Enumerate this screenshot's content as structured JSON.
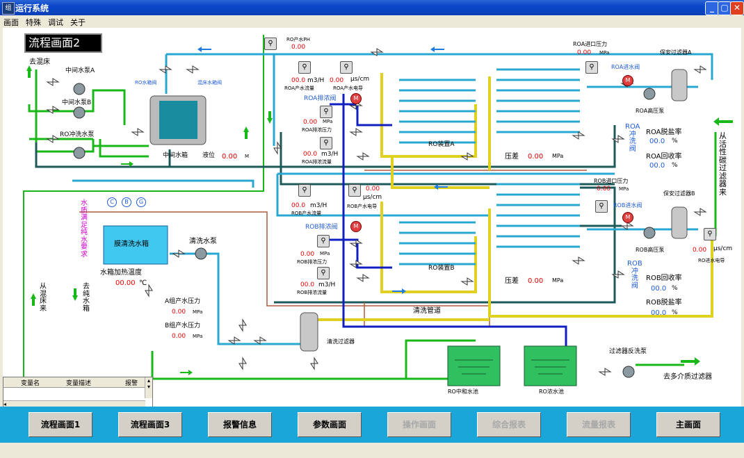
{
  "window": {
    "title": "运行系统"
  },
  "menu": [
    "画面",
    "特殊",
    "调试",
    "关于"
  ],
  "screen_title": "流程画面2",
  "labels": {
    "to_mixed_bed": "去混床",
    "mid_pump_a": "中间水泵A",
    "mid_pump_b": "中间水泵B",
    "ro_flush_pump": "RO冲洗水泵",
    "ro_tank_valve": "RO水箱阀",
    "mixed_tank_valve": "混床水箱阀",
    "mid_tank": "中间水箱",
    "level_label": "液位",
    "level_value": "0.00",
    "level_unit": "M",
    "ro_ph_label": "RO产水PH",
    "ro_ph_value": "0.00",
    "roa_flow_label": "ROA产水流量",
    "roa_flow_value": "00.0",
    "roa_flow_unit": "m3/H",
    "roa_cond_label": "ROA产水电导",
    "roa_cond_value": "0.00",
    "roa_cond_unit": "μs/cm",
    "roa_drain_valve": "ROA排浓阀",
    "roa_drain_pressure_label": "ROA排浓压力",
    "roa_drain_pressure_value": "0.00",
    "roa_drain_pressure_unit": "MPa",
    "roa_drain_flow_label": "ROA排浓流量",
    "roa_drain_flow_value": "00.0",
    "roa_drain_flow_unit": "m3/H",
    "ro_unit_a": "RO装置A",
    "roa_diff_label": "压差",
    "roa_diff_value": "0.00",
    "roa_diff_unit": "MPa",
    "roa_in_pressure_label": "ROA进口压力",
    "roa_in_pressure_value": "0.00",
    "roa_in_pressure_unit": "MPa",
    "roa_in_valve": "ROA进水阀",
    "roa_hp_pump": "ROA高压泵",
    "security_filter_a": "保安过滤器A",
    "roa_flush_valve": "ROA\n冲\n洗\n阀",
    "roa_desalt_label": "ROA脱盐率",
    "roa_desalt_value": "00.0",
    "roa_recovery_label": "ROA回收率",
    "roa_recovery_value": "00.0",
    "percent": "%",
    "from_carbon_filter": "从\n活\n性\n碳\n过\n滤\n器\n来",
    "quality_ok": "水\n质\n满\n足\n纯\n水\n要\n求",
    "from_mixed_bed": "从\n混\n床\n来",
    "to_pure_tank": "去\n纯\n水\n箱",
    "c_label": "C",
    "b_label": "B",
    "g_label": "G",
    "membrane_tank": "膜清洗水箱",
    "tank_heat_temp_label": "水箱加热温度",
    "tank_heat_temp_value": "00.00",
    "tank_heat_temp_unit": "℃",
    "flush_pump": "清洗水泵",
    "a_pressure_label": "A组产水压力",
    "a_pressure_value": "0.00",
    "a_pressure_unit": "MPa",
    "b_pressure_label": "B组产水压力",
    "b_pressure_value": "0.00",
    "b_pressure_unit": "MPa",
    "flush_filter": "清洗过滤器",
    "flush_pipe": "清洗管道",
    "rob_flow_label": "ROB产水流量",
    "rob_flow_value": "00.0",
    "rob_flow_unit": "m3/H",
    "rob_cond_label": "ROB产水电导",
    "rob_cond_value": "0.00",
    "rob_cond_unit": "μs/cm",
    "rob_drain_valve": "ROB排浓阀",
    "rob_drain_pressure_label": "ROB排浓压力",
    "rob_drain_pressure_value": "0.00",
    "rob_drain_pressure_unit": "MPa",
    "rob_drain_flow_label": "ROB排浓流量",
    "rob_drain_flow_value": "00.0",
    "rob_drain_flow_unit": "m3/H",
    "ro_unit_b": "RO装置B",
    "rob_diff_label": "压差",
    "rob_diff_value": "0.00",
    "rob_diff_unit": "MPa",
    "rob_in_pressure_label": "ROB进口压力",
    "rob_in_pressure_value": "0.00",
    "rob_in_pressure_unit": "MPa",
    "rob_in_valve": "ROB进水阀",
    "rob_hp_pump": "ROB高压泵",
    "security_filter_b": "保安过滤器B",
    "ro_in_cond_label": "RO进水电导",
    "ro_in_cond_value": "0.00",
    "ro_in_cond_unit": "μs/cm",
    "rob_flush_valve": "ROB\n冲\n洗\n阀",
    "rob_recovery_label": "ROB回收率",
    "rob_recovery_value": "00.0",
    "rob_desalt_label": "ROB脱盐率",
    "rob_desalt_value": "00.0",
    "ro_neutral_pool": "RO中和水池",
    "ro_conc_pool": "RO浓水池",
    "filter_backwash_pump": "过滤器反洗泵",
    "to_multimedia_filter": "去多介质过滤器"
  },
  "var_panel": {
    "col_name": "变量名",
    "col_desc": "变量描述",
    "col_alarm": "报警"
  },
  "nav": [
    {
      "label": "流程画面1",
      "enabled": true
    },
    {
      "label": "流程画面3",
      "enabled": true
    },
    {
      "label": "报警信息",
      "enabled": true
    },
    {
      "label": "参数画面",
      "enabled": true
    },
    {
      "label": "操作画面",
      "enabled": false
    },
    {
      "label": "综合报表",
      "enabled": false
    },
    {
      "label": "流量报表",
      "enabled": false
    },
    {
      "label": "主画面",
      "enabled": true
    }
  ],
  "colors": {
    "water_green": "#18b818",
    "pipe_cyan": "#28a8d0",
    "pipe_blue": "#1020c0",
    "pipe_yellow": "#e0d020",
    "pipe_brown": "#b05a3a",
    "nav_bar": "#1aa6d8"
  }
}
